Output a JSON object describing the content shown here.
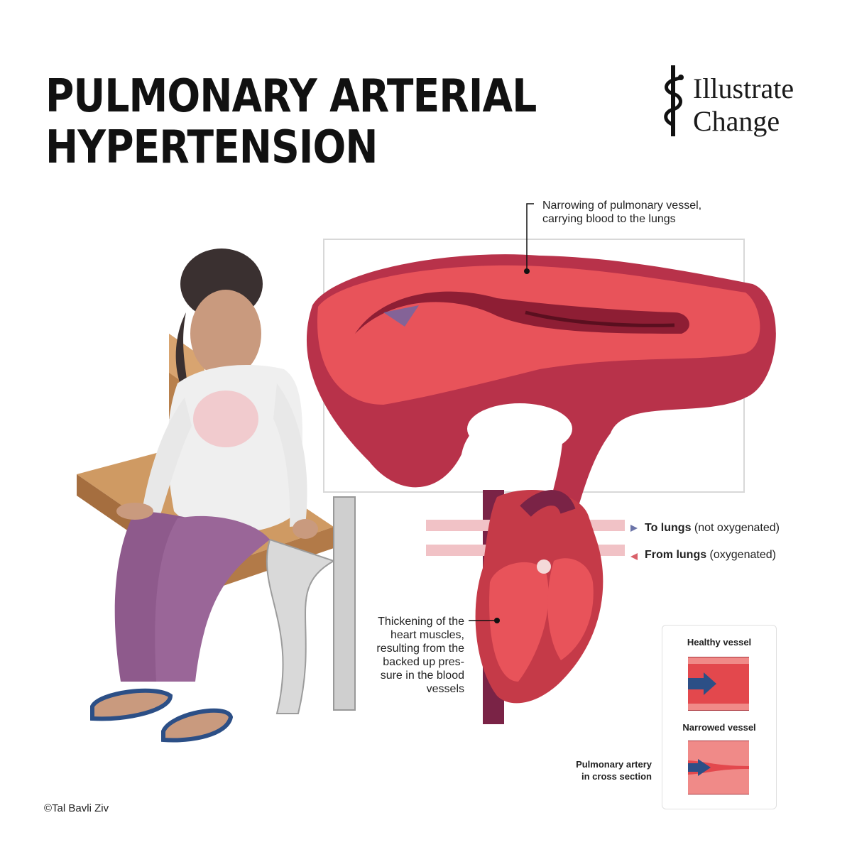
{
  "title": {
    "line1": "PULMONARY ARTERIAL",
    "line2": "HYPERTENSION"
  },
  "logo": {
    "line1": "Illustrate",
    "line2": "Change"
  },
  "labels": {
    "narrowing": {
      "line1": "Narrowing of pulmonary vessel,",
      "line2": "carrying blood to the lungs"
    },
    "thickening": {
      "line1": "Thickening of the",
      "line2": "heart muscles,",
      "line3": "resulting from the",
      "line4": "backed up pres-",
      "line5": "sure in the blood",
      "line6": "vessels"
    },
    "to_lungs": {
      "bold": "To lungs",
      "rest": " (not oxygenated)"
    },
    "from_lungs": {
      "bold": "From lungs",
      "rest": " (oxygenated)"
    }
  },
  "legend": {
    "healthy": "Healthy vessel",
    "narrowed": "Narrowed vessel",
    "side_label": {
      "line1": "Pulmonary artery",
      "line2": "in cross section"
    }
  },
  "copyright": "©Tal Bavli Ziv",
  "colors": {
    "vessel_outer": "#b8324a",
    "vessel_inner": "#e8535a",
    "vessel_dark": "#7a2346",
    "lumen": "#c53a48",
    "legend_wall": "#f08a88",
    "legend_lumen": "#e3484d",
    "arrow_blue": "#2c4f86",
    "clothing": "#8e5a8c",
    "bench": "#c8925c"
  }
}
